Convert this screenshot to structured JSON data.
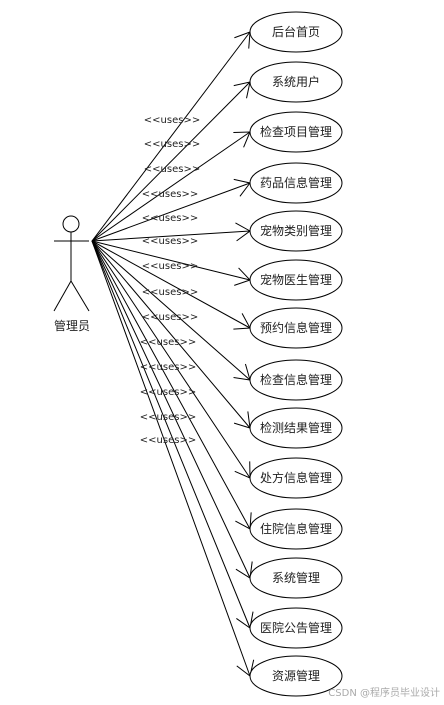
{
  "actor": {
    "name": "管理员"
  },
  "relation_label": "<<uses>>",
  "use_cases": [
    "后台首页",
    "系统用户",
    "检查项目管理",
    "药品信息管理",
    "宠物类别管理",
    "宠物医生管理",
    "预约信息管理",
    "检查信息管理",
    "检测结果管理",
    "处方信息管理",
    "住院信息管理",
    "系统管理",
    "医院公告管理",
    "资源管理"
  ],
  "watermark": "CSDN @程序员毕业设计",
  "colors": {
    "line": "#000000",
    "ellipse_fill": "#ffffff",
    "ellipse_stroke": "#000000"
  }
}
